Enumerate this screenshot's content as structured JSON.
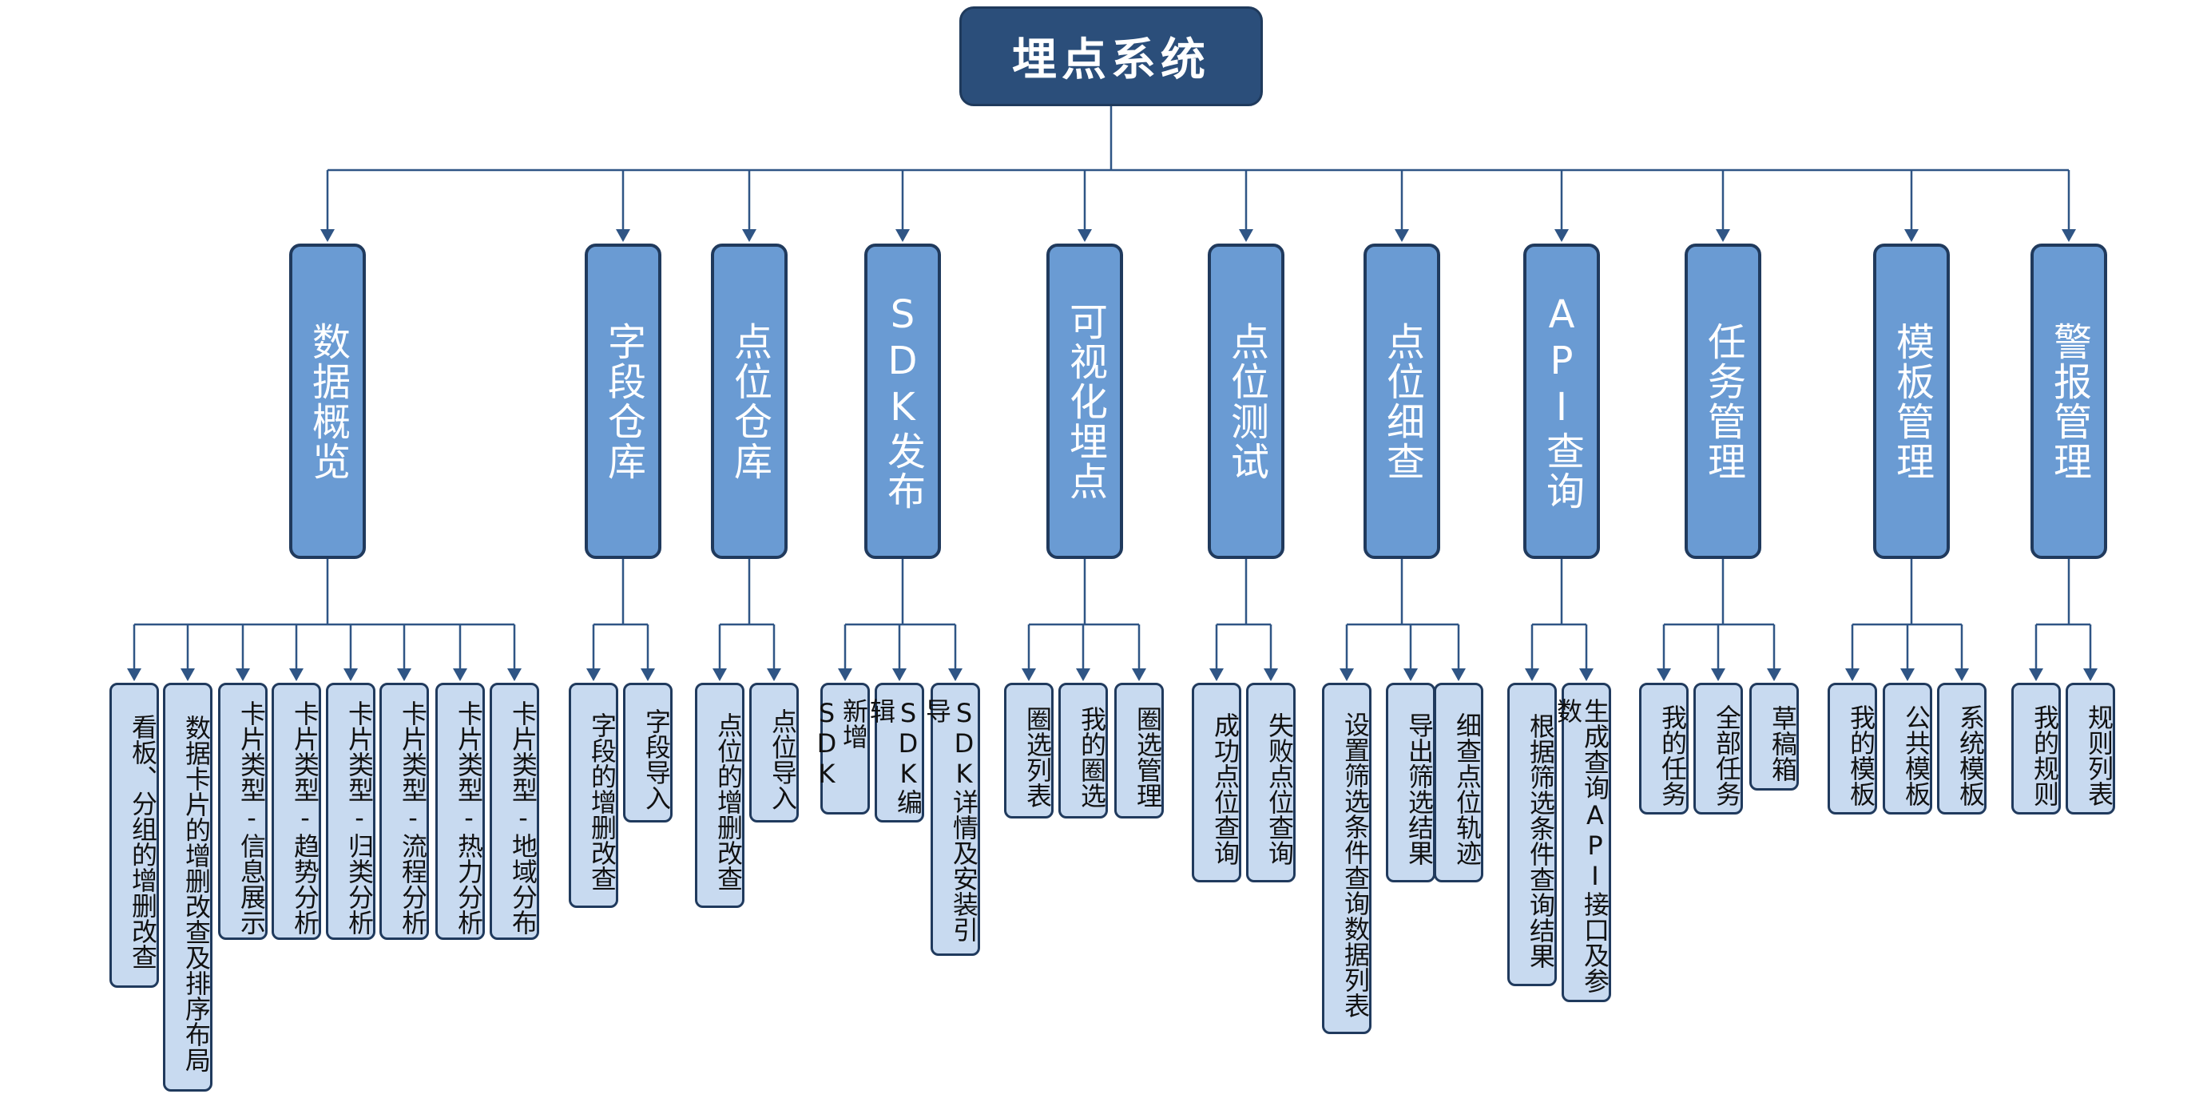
{
  "root": {
    "label": "埋点系统"
  },
  "categories": [
    {
      "label": "数据概览",
      "leaves": [
        "看板、分组的增删改查",
        "数据卡片的增删改查及排序布局",
        "卡片类型-信息展示",
        "卡片类型-趋势分析",
        "卡片类型-归类分析",
        "卡片类型-流程分析",
        "卡片类型-热力分析",
        "卡片类型-地域分布"
      ]
    },
    {
      "label": "字段仓库",
      "leaves": [
        "字段的增删改查",
        "字段导入"
      ]
    },
    {
      "label": "点位仓库",
      "leaves": [
        "点位的增删改查",
        "点位导入"
      ]
    },
    {
      "label": "SDK发布",
      "leaves": [
        "新增SDK",
        "SDK编辑",
        "SDK详情及安装引导"
      ]
    },
    {
      "label": "可视化埋点",
      "leaves": [
        "圈选列表",
        "我的圈选",
        "圈选管理"
      ]
    },
    {
      "label": "点位测试",
      "leaves": [
        "成功点位查询",
        "失败点位查询"
      ]
    },
    {
      "label": "点位细查",
      "leaves": [
        "设置筛选条件查询数据列表",
        "导出筛选结果",
        "细查点位轨迹"
      ]
    },
    {
      "label": "API查询",
      "leaves": [
        "根据筛选条件查询结果",
        "生成查询API接口及参数"
      ]
    },
    {
      "label": "任务管理",
      "leaves": [
        "我的任务",
        "全部任务",
        "草稿箱"
      ]
    },
    {
      "label": "模板管理",
      "leaves": [
        "我的模板",
        "公共模板",
        "系统模板"
      ]
    },
    {
      "label": "警报管理",
      "leaves": [
        "我的规则",
        "规则列表"
      ]
    }
  ],
  "colors": {
    "root_fill": "#2b4e7a",
    "category_fill": "#6a9bd3",
    "leaf_fill": "#c8daf0",
    "border": "#203a5d",
    "connector": "#2f5585"
  }
}
